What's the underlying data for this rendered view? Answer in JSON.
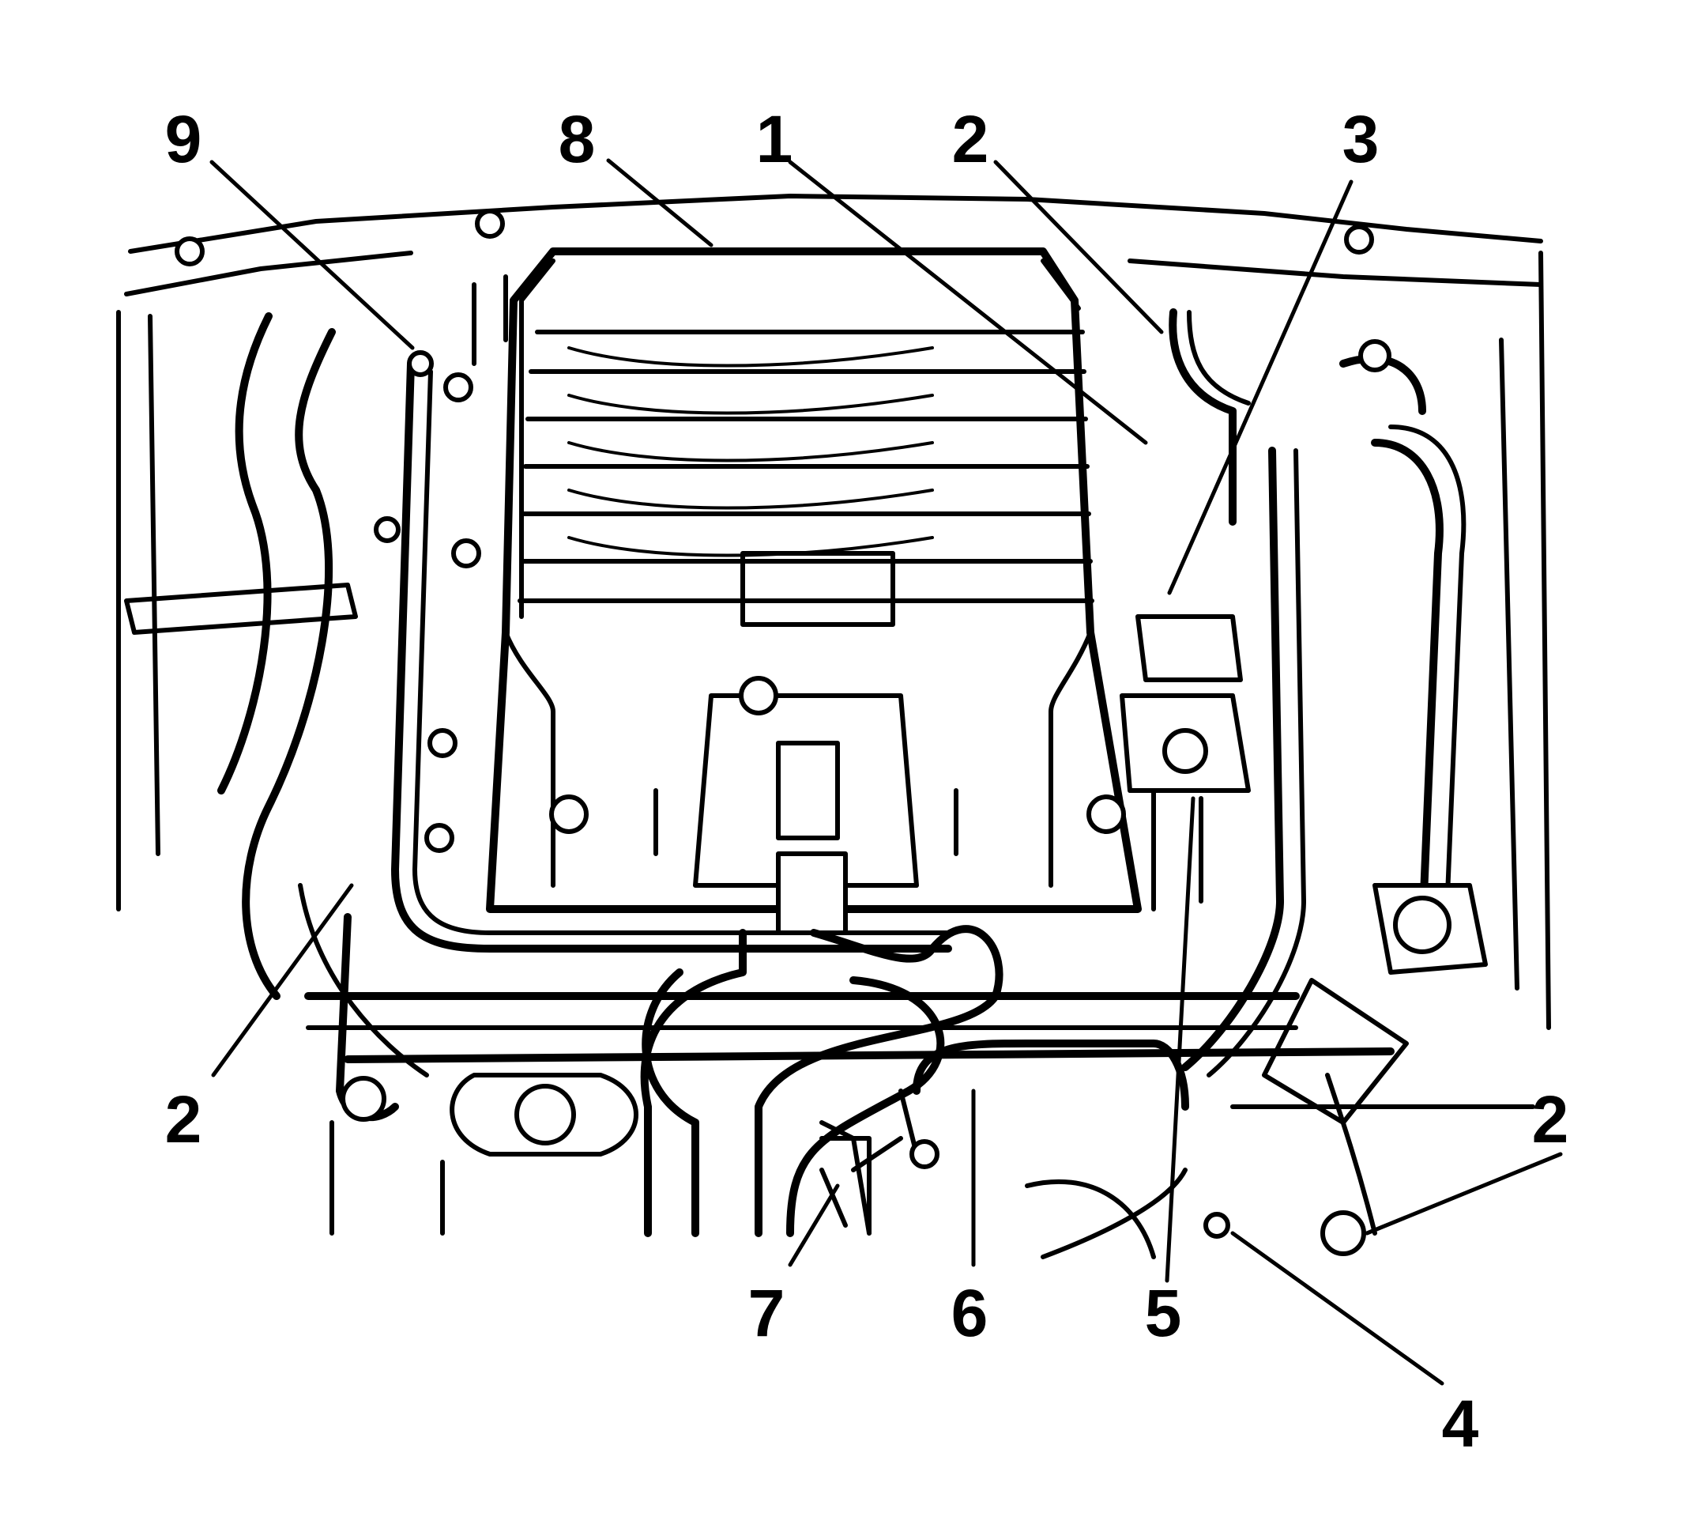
{
  "callouts": [
    {
      "id": "c9",
      "label": "9"
    },
    {
      "id": "c8",
      "label": "8"
    },
    {
      "id": "c1",
      "label": "1"
    },
    {
      "id": "c2a",
      "label": "2"
    },
    {
      "id": "c3",
      "label": "3"
    },
    {
      "id": "c2b",
      "label": "2"
    },
    {
      "id": "c2c",
      "label": "2"
    },
    {
      "id": "c7",
      "label": "7"
    },
    {
      "id": "c6",
      "label": "6"
    },
    {
      "id": "c5",
      "label": "5"
    },
    {
      "id": "c4",
      "label": "4"
    }
  ]
}
